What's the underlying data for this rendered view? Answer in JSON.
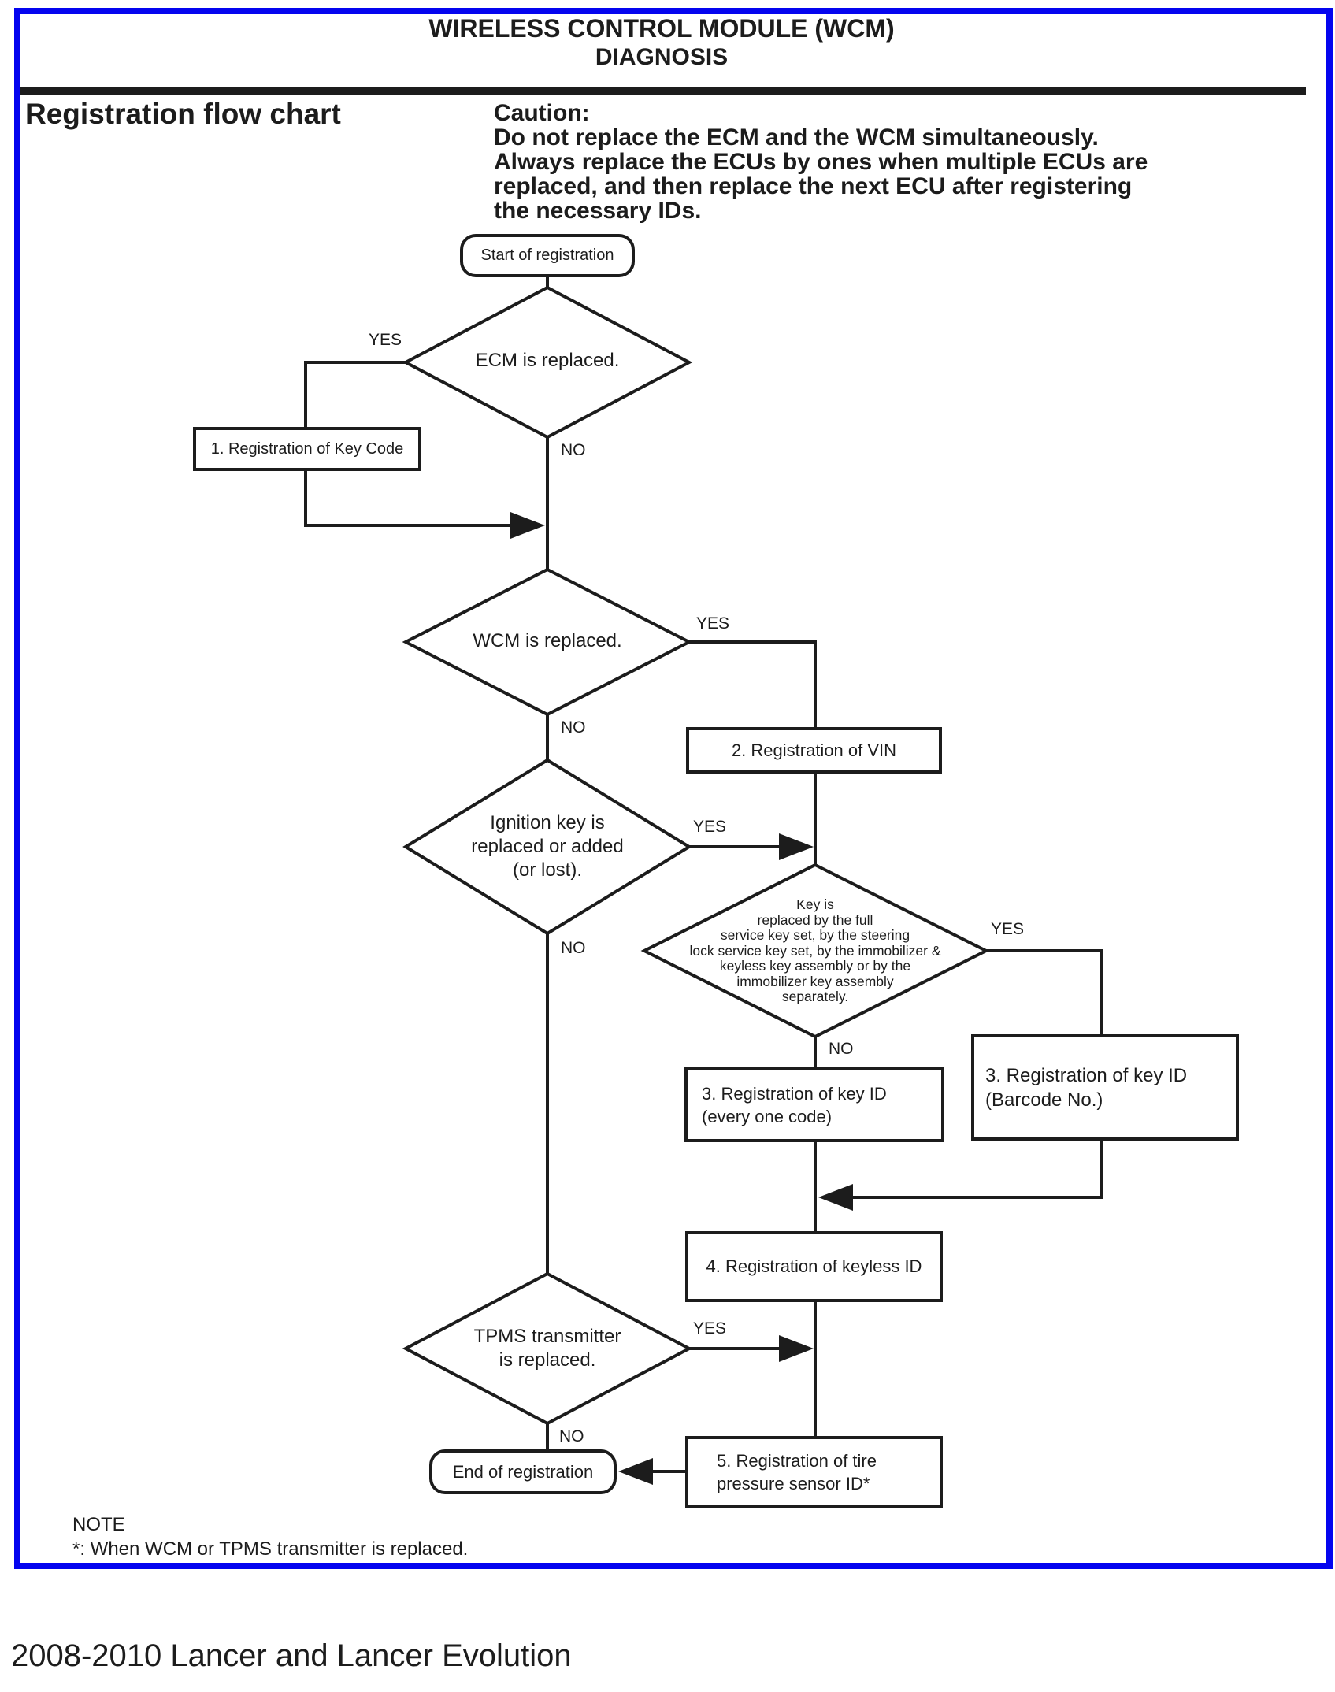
{
  "header": {
    "title_line1": "WIRELESS CONTROL MODULE (WCM)",
    "title_line2": "DIAGNOSIS",
    "section_heading": "Registration flow chart"
  },
  "caution": {
    "label": "Caution:",
    "lines": [
      "Do not replace the ECM and the WCM simultaneously.",
      "Always replace the ECUs by ones when multiple ECUs are",
      "replaced, and then replace the next ECU after registering",
      "the necessary IDs."
    ]
  },
  "flowchart": {
    "terminals": {
      "start": "Start of registration",
      "end": "End of registration"
    },
    "decisions": {
      "ecm": {
        "lines": [
          "ECM is replaced."
        ]
      },
      "wcm": {
        "lines": [
          "WCM is replaced."
        ]
      },
      "ignition_key": {
        "lines": [
          "Ignition key is",
          "replaced or added",
          "(or lost)."
        ]
      },
      "key_replacement": {
        "lines": [
          "Key is",
          "replaced by the full",
          "service key set, by the steering",
          "lock service key set, by the immobilizer &",
          "keyless key assembly or by the",
          "immobilizer key assembly",
          "separately."
        ]
      },
      "tpms": {
        "lines": [
          "TPMS transmitter",
          "is replaced."
        ]
      }
    },
    "processes": {
      "key_code": {
        "lines": [
          "1. Registration of Key Code"
        ]
      },
      "vin": {
        "lines": [
          "2. Registration of VIN"
        ]
      },
      "key_id_every_code": {
        "lines": [
          "3. Registration of key ID",
          "(every one code)"
        ]
      },
      "key_id_barcode": {
        "lines": [
          "3. Registration of key ID",
          "(Barcode No.)"
        ]
      },
      "keyless_id": {
        "lines": [
          "4. Registration of keyless ID"
        ]
      },
      "tire_pressure": {
        "lines": [
          "5. Registration of tire",
          "pressure sensor ID*"
        ]
      }
    },
    "branch_labels": {
      "yes": "YES",
      "no": "NO"
    }
  },
  "note": {
    "label": "NOTE",
    "text": "*: When WCM or TPMS transmitter is replaced."
  },
  "footer": {
    "text": "2008-2010 Lancer and Lancer Evolution"
  },
  "colors": {
    "frame_border": "#0404ef",
    "line": "#1c1c1c",
    "background": "#ffffff"
  }
}
